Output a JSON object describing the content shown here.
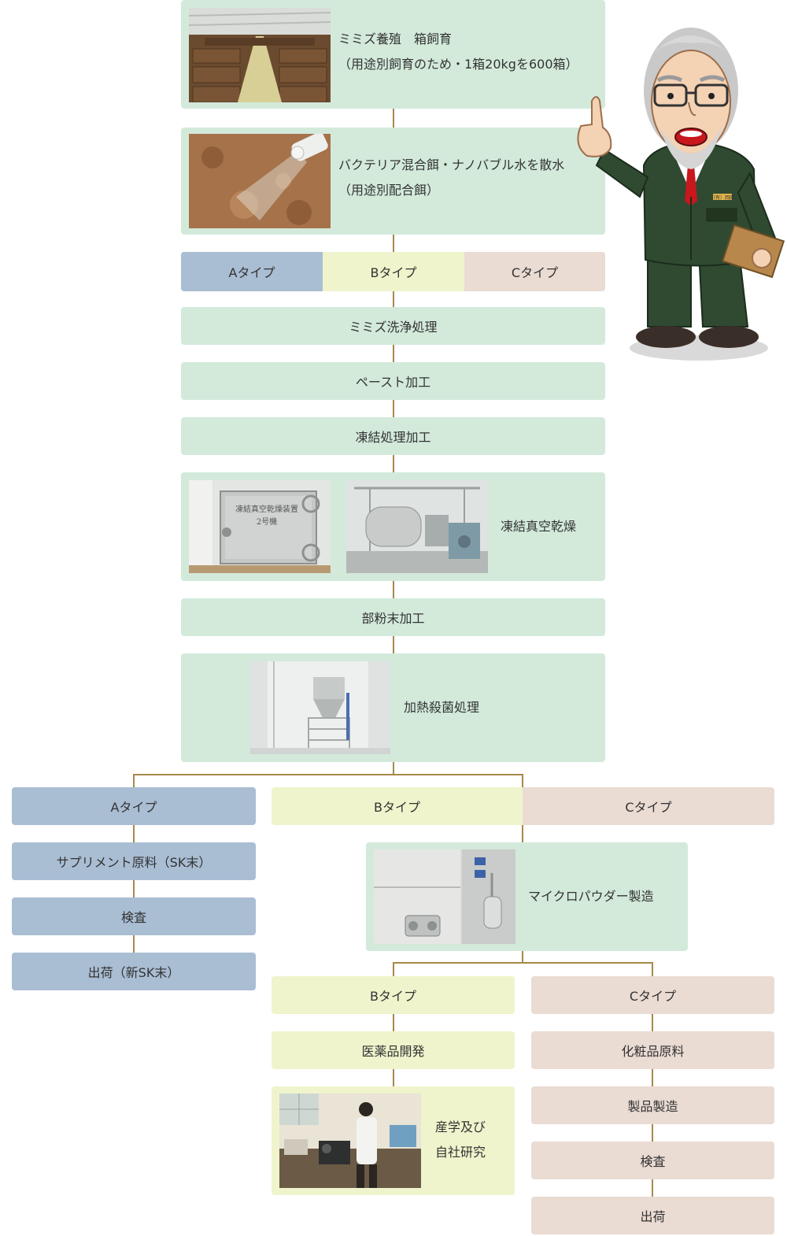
{
  "step1": {
    "line1": "ミミズ養殖　箱飼育",
    "line2": "（用途別飼育のため・1箱20kgを600箱）"
  },
  "step2": {
    "line1": "バクテリア混合餌・ナノバブル水を散水",
    "line2": "（用途別配合餌）"
  },
  "types_top": {
    "a": "Aタイプ",
    "b": "Bタイプ",
    "c": "Cタイプ"
  },
  "step_wash": "ミミズ洗浄処理",
  "step_paste": "ペースト加工",
  "step_freeze": "凍結処理加工",
  "step_vacuum": {
    "label": "凍結真空乾燥",
    "plate_line1": "凍結真空乾燥装置",
    "plate_line2": "2号機"
  },
  "step_powder": "部粉末加工",
  "step_heat": "加熱殺菌処理",
  "branch": {
    "a": {
      "type": "Aタイプ",
      "steps": [
        "サプリメント原料（SK末）",
        "検査",
        "出荷（新SK末）"
      ]
    },
    "b": {
      "type": "Bタイプ"
    },
    "c": {
      "type": "Cタイプ"
    },
    "micro": "マイクロパウダー製造",
    "b2": {
      "type": "Bタイプ",
      "pharma": "医薬品開発",
      "research_line1": "産学及び",
      "research_line2": "自社研究"
    },
    "c2": {
      "type": "Cタイプ",
      "steps": [
        "化粧品原料",
        "製品製造",
        "検査",
        "出荷"
      ]
    }
  },
  "mascot": {
    "badge": "（有）岡田"
  },
  "colors": {
    "green": "#d3eadb",
    "a_blue": "#a9bdd3",
    "b_yellow": "#eff4cc",
    "c_pink": "#eadbd3",
    "connector": "#a6894a"
  }
}
